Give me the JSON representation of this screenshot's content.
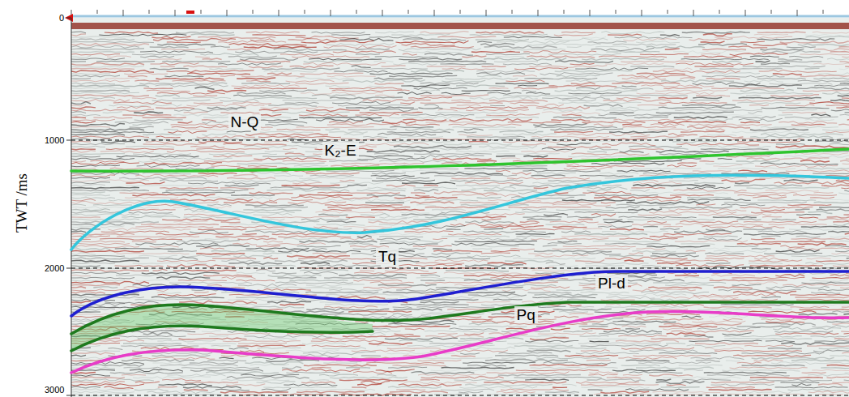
{
  "diagram": {
    "labels": [
      "0",
      "1000",
      "2000",
      "3000",
      "TWT /ms",
      "N-Q",
      "K₂-E",
      "Tq",
      "Pl-d",
      "Pq"
    ]
  }
}
